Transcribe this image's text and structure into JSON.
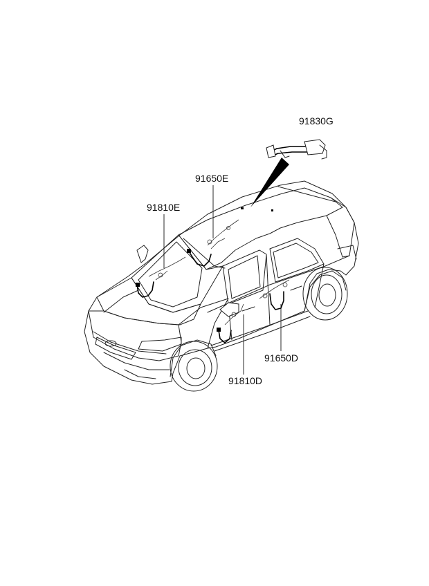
{
  "labels": {
    "part_91830G": "91830G",
    "part_91650E": "91650E",
    "part_91810E": "91810E",
    "part_91650D": "91650D",
    "part_91810D": "91810D"
  }
}
